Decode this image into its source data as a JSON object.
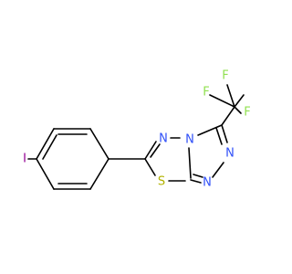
{
  "molecule": {
    "bond_color": "#000000",
    "atoms": [
      {
        "id": "I",
        "symbol": "I",
        "color": "#940094"
      },
      {
        "id": "S",
        "symbol": "S",
        "color": "#b2b200"
      },
      {
        "id": "N4",
        "symbol": "N",
        "color": "#3050f8"
      },
      {
        "id": "N3",
        "symbol": "N",
        "color": "#3050f8"
      },
      {
        "id": "N1",
        "symbol": "N",
        "color": "#3050f8"
      },
      {
        "id": "N2",
        "symbol": "N",
        "color": "#3050f8"
      },
      {
        "id": "F1",
        "symbol": "F",
        "color": "#90e050"
      },
      {
        "id": "F2",
        "symbol": "F",
        "color": "#90e050"
      },
      {
        "id": "F3",
        "symbol": "F",
        "color": "#90e050"
      }
    ]
  }
}
